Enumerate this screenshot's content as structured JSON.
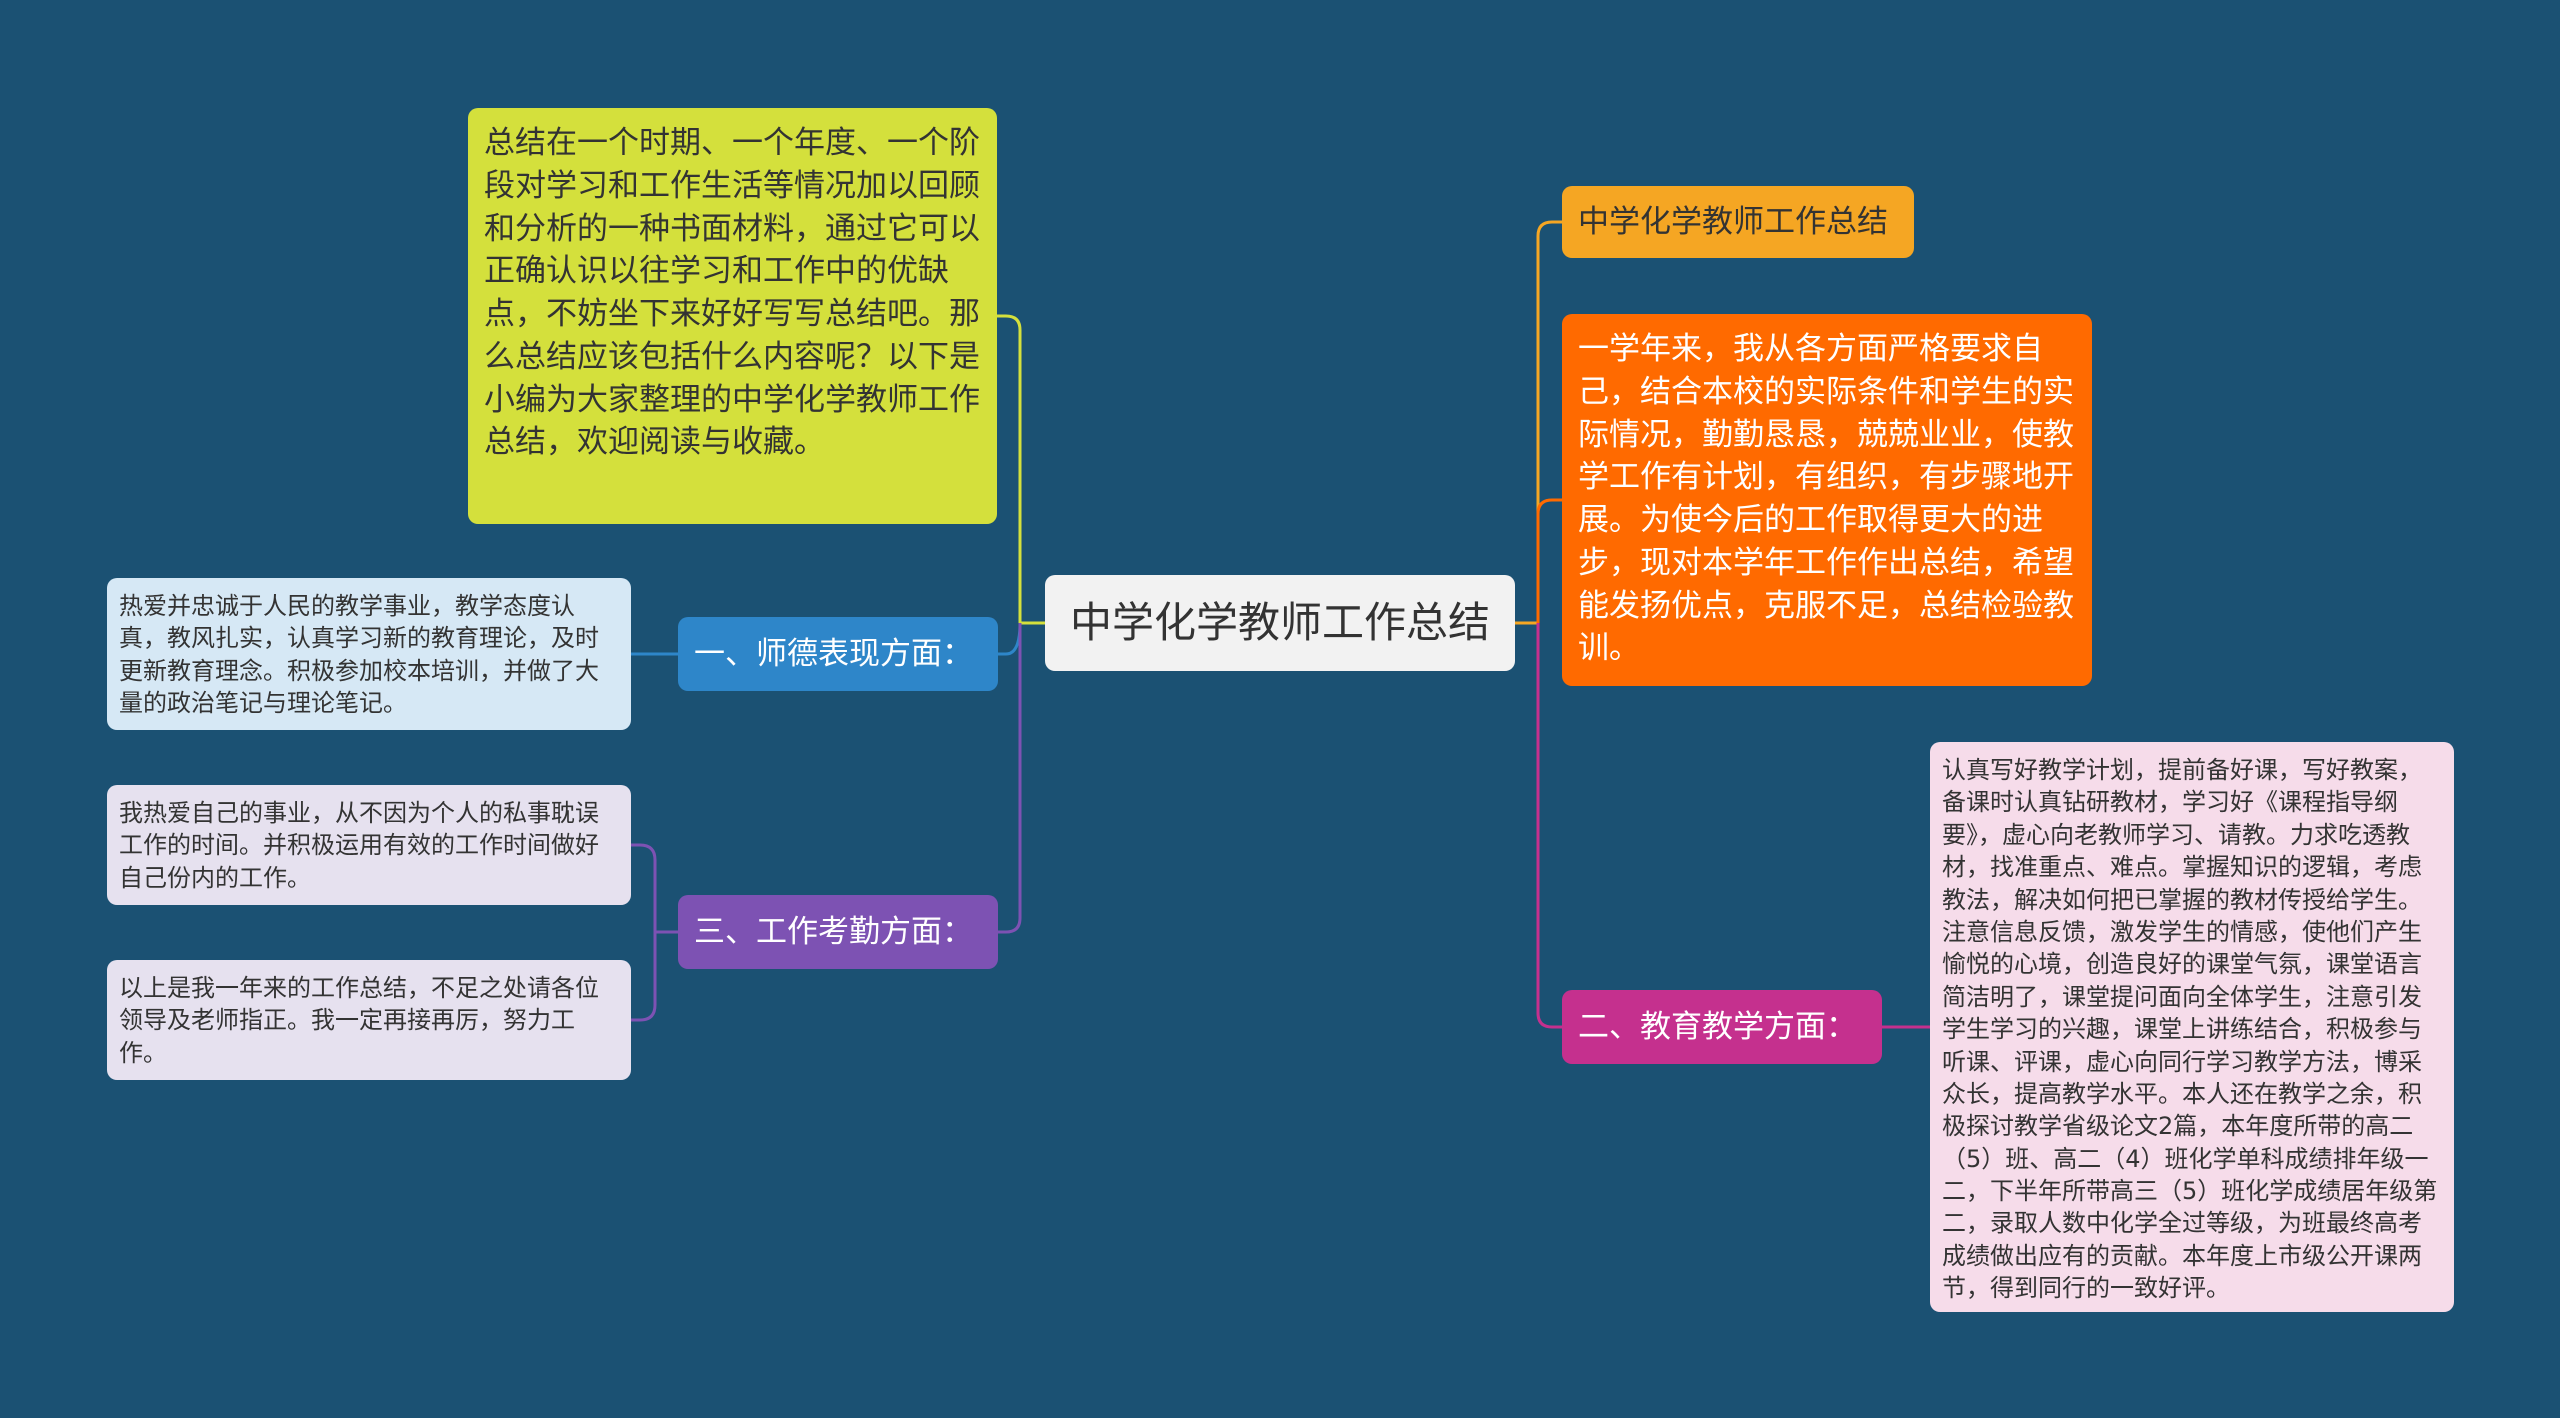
{
  "center": {
    "title": "中学化学教师工作总结"
  },
  "intro": {
    "text": "总结在一个时期、一个年度、一个阶段对学习和工作生活等情况加以回顾和分析的一种书面材料，通过它可以正确认识以往学习和工作中的优缺点，不妨坐下来好好写写总结吧。那么总结应该包括什么内容呢？以下是小编为大家整理的中学化学教师工作总结，欢迎阅读与收藏。"
  },
  "branch_one": {
    "label": "一、师德表现方面：",
    "leaf": "热爱并忠诚于人民的教学事业，教学态度认真，教风扎实，认真学习新的教育理论，及时更新教育理念。积极参加校本培训，并做了大量的政治笔记与理论笔记。"
  },
  "branch_three": {
    "label": "三、工作考勤方面：",
    "leaf1": "我热爱自己的事业，从不因为个人的私事耽误工作的时间。并积极运用有效的工作时间做好自己份内的工作。",
    "leaf2": "以上是我一年来的工作总结，不足之处请各位领导及老师指正。我一定再接再厉，努力工作。"
  },
  "right_title": {
    "text": "中学化学教师工作总结"
  },
  "right_summary": {
    "text": "一学年来，我从各方面严格要求自己，结合本校的实际条件和学生的实际情况，勤勤恳恳，兢兢业业，使教学工作有计划，有组织，有步骤地开展。为使今后的工作取得更大的进步，现对本学年工作作出总结，希望能发扬优点，克服不足，总结检验教训。"
  },
  "branch_two": {
    "label": "二、教育教学方面：",
    "leaf": "认真写好教学计划，提前备好课，写好教案，备课时认真钻研教材，学习好《课程指导纲要》，虚心向老教师学习、请教。力求吃透教材，找准重点、难点。掌握知识的逻辑，考虑教法，解决如何把已掌握的教材传授给学生。注意信息反馈，激发学生的情感，使他们产生愉悦的心境，创造良好的课堂气氛，课堂语言简洁明了，课堂提问面向全体学生，注意引发学生学习的兴趣，课堂上讲练结合，积极参与听课、评课，虚心向同行学习教学方法，博采众长，提高教学水平。本人还在教学之余，积极探讨教学省级论文2篇，本年度所带的高二（5）班、高二（4）班化学单科成绩排年级一二，下半年所带高三（5）班化学成绩居年级第二，录取人数中化学全过等级，为班最终高考成绩做出应有的贡献。本年度上市级公开课两节，得到同行的一致好评。"
  },
  "colors": {
    "background": "#1b5173",
    "center": "#f2f2f2",
    "intro": "#d4e03c",
    "branch_one": "#2e86c9",
    "branch_three": "#7d52b3",
    "right_title": "#f5a623",
    "right_summary": "#ff6a00",
    "branch_two": "#c5308e"
  }
}
